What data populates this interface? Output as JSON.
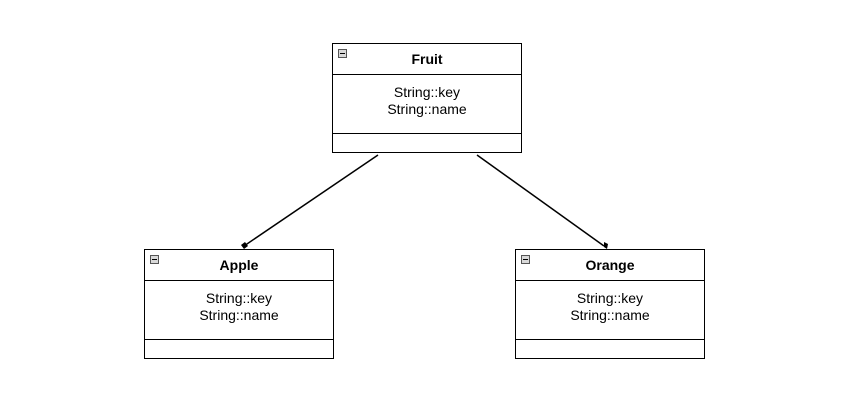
{
  "classes": {
    "fruit": {
      "name": "Fruit",
      "attributes": [
        "String::key",
        "String::name"
      ]
    },
    "apple": {
      "name": "Apple",
      "attributes": [
        "String::key",
        "String::name"
      ]
    },
    "orange": {
      "name": "Orange",
      "attributes": [
        "String::key",
        "String::name"
      ]
    }
  },
  "connectors": [
    {
      "from": "fruit",
      "to": "apple"
    },
    {
      "from": "fruit",
      "to": "orange"
    }
  ],
  "icons": {
    "collapse": "collapse-icon"
  },
  "colors": {
    "line": "#000000",
    "icon_fill": "#d9d9d9"
  }
}
